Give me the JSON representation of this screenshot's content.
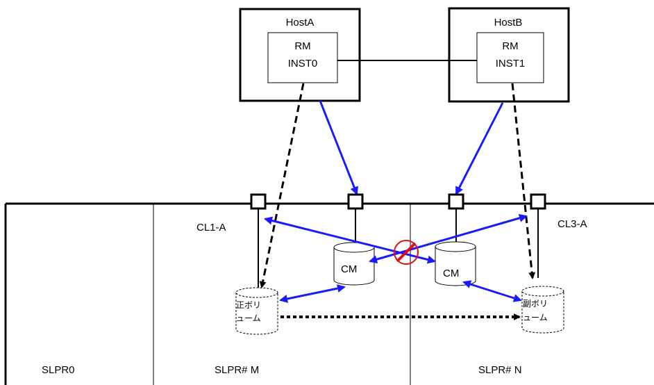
{
  "hosts": [
    {
      "name": "HostA",
      "rm_label": "RM",
      "instance": "INST0"
    },
    {
      "name": "HostB",
      "rm_label": "RM",
      "instance": "INST1"
    }
  ],
  "ports": {
    "left": "CL1-A",
    "right": "CL3-A"
  },
  "cache": {
    "left": "CM",
    "right": "CM"
  },
  "volumes": {
    "primary": {
      "line1": "正ボリ",
      "line2": "ューム"
    },
    "secondary": {
      "line1": "副ボリ",
      "line2": "ューム"
    }
  },
  "partitions": [
    "SLPR0",
    "SLPR# M",
    "SLPR# N"
  ],
  "colors": {
    "command_path": "#1a1aff",
    "line": "#000000",
    "prohibit": "#e01010",
    "background": "#ffffff"
  },
  "icons": {
    "prohibit": "no-entry-icon"
  }
}
